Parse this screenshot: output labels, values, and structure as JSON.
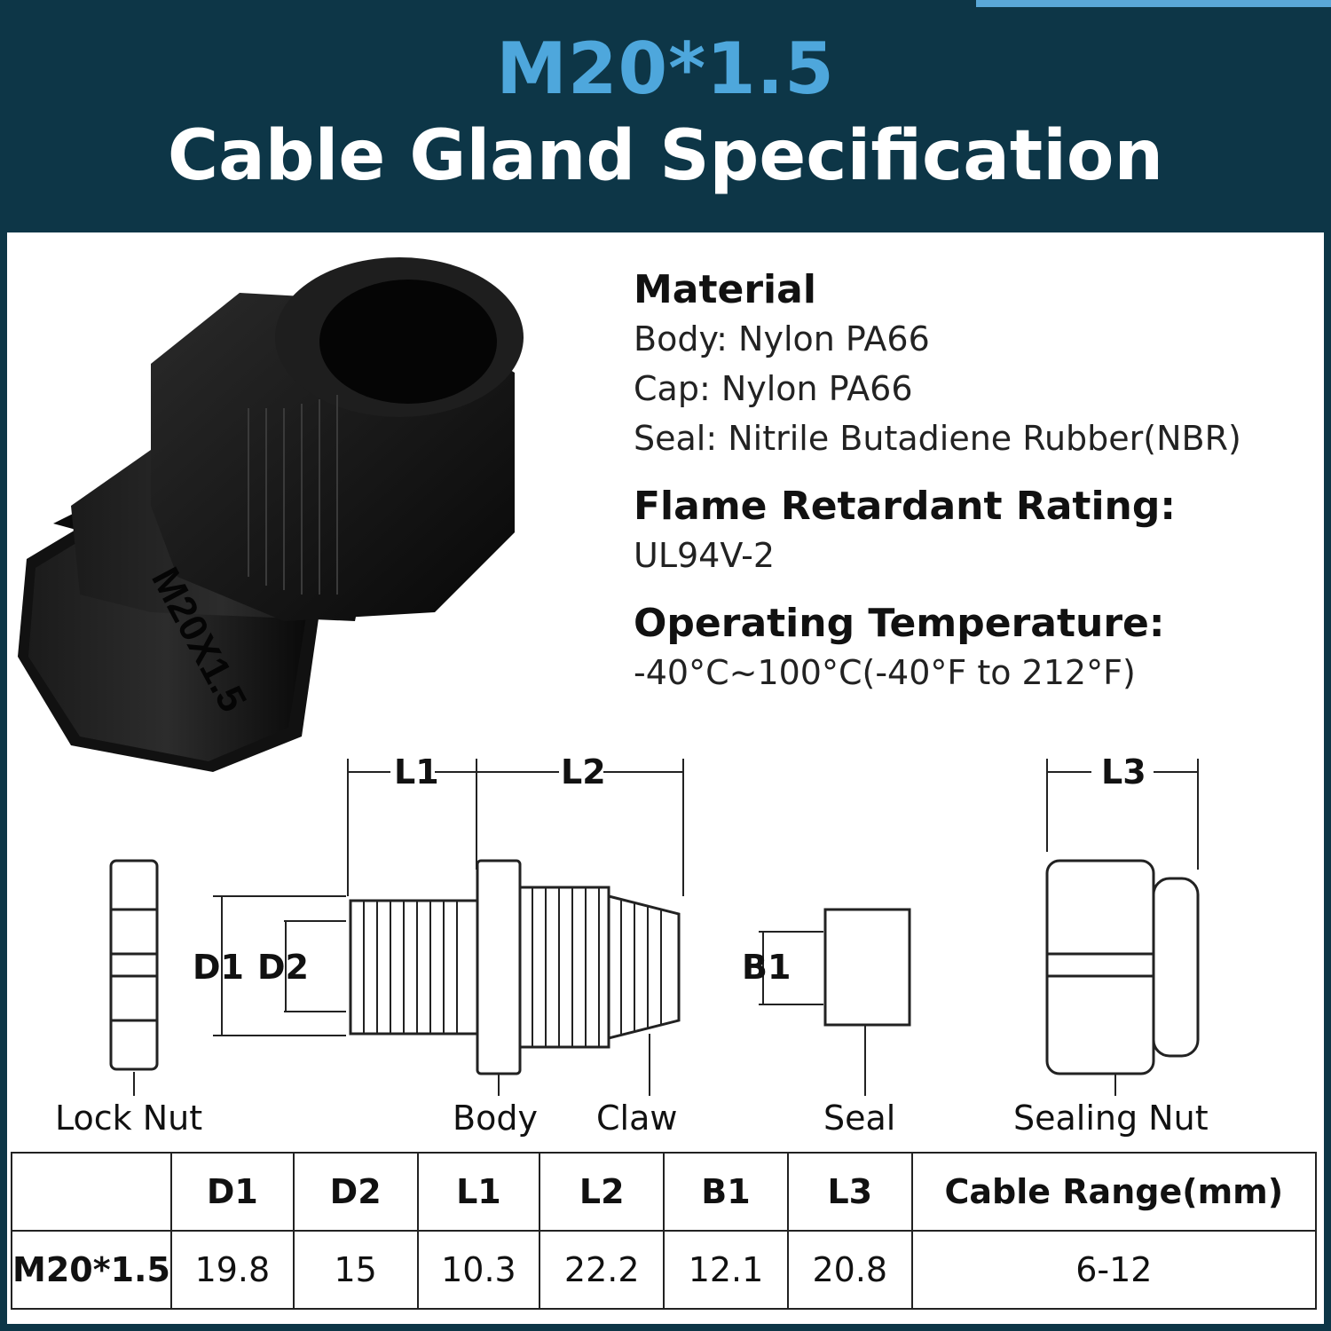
{
  "header": {
    "title_top": "M20*1.5",
    "title_main": "Cable Gland Specification"
  },
  "colors": {
    "background": "#0d3647",
    "accent": "#4ea7dc",
    "panel": "#ffffff"
  },
  "product_marking": "M20X1.5",
  "specs": {
    "material": {
      "heading": "Material",
      "lines": [
        "Body: Nylon PA66",
        "Cap: Nylon PA66",
        "Seal: Nitrile Butadiene Rubber(NBR)"
      ]
    },
    "flame": {
      "heading": "Flame Retardant Rating:",
      "value": "UL94V-2"
    },
    "temperature": {
      "heading": "Operating Temperature:",
      "value": "-40°C~100°C(-40°F to 212°F)"
    }
  },
  "diagram": {
    "dims": {
      "l1": "L1",
      "l2": "L2",
      "l3": "L3",
      "d1": "D1",
      "d2": "D2",
      "b1": "B1"
    },
    "parts": {
      "lock_nut": "Lock Nut",
      "body": "Body",
      "claw": "Claw",
      "seal": "Seal",
      "sealing_nut": "Sealing Nut"
    }
  },
  "table": {
    "headers": [
      "",
      "D1",
      "D2",
      "L1",
      "L2",
      "B1",
      "L3",
      "Cable Range(mm)"
    ],
    "rows": [
      [
        "M20*1.5",
        "19.8",
        "15",
        "10.3",
        "22.2",
        "12.1",
        "20.8",
        "6-12"
      ]
    ]
  }
}
